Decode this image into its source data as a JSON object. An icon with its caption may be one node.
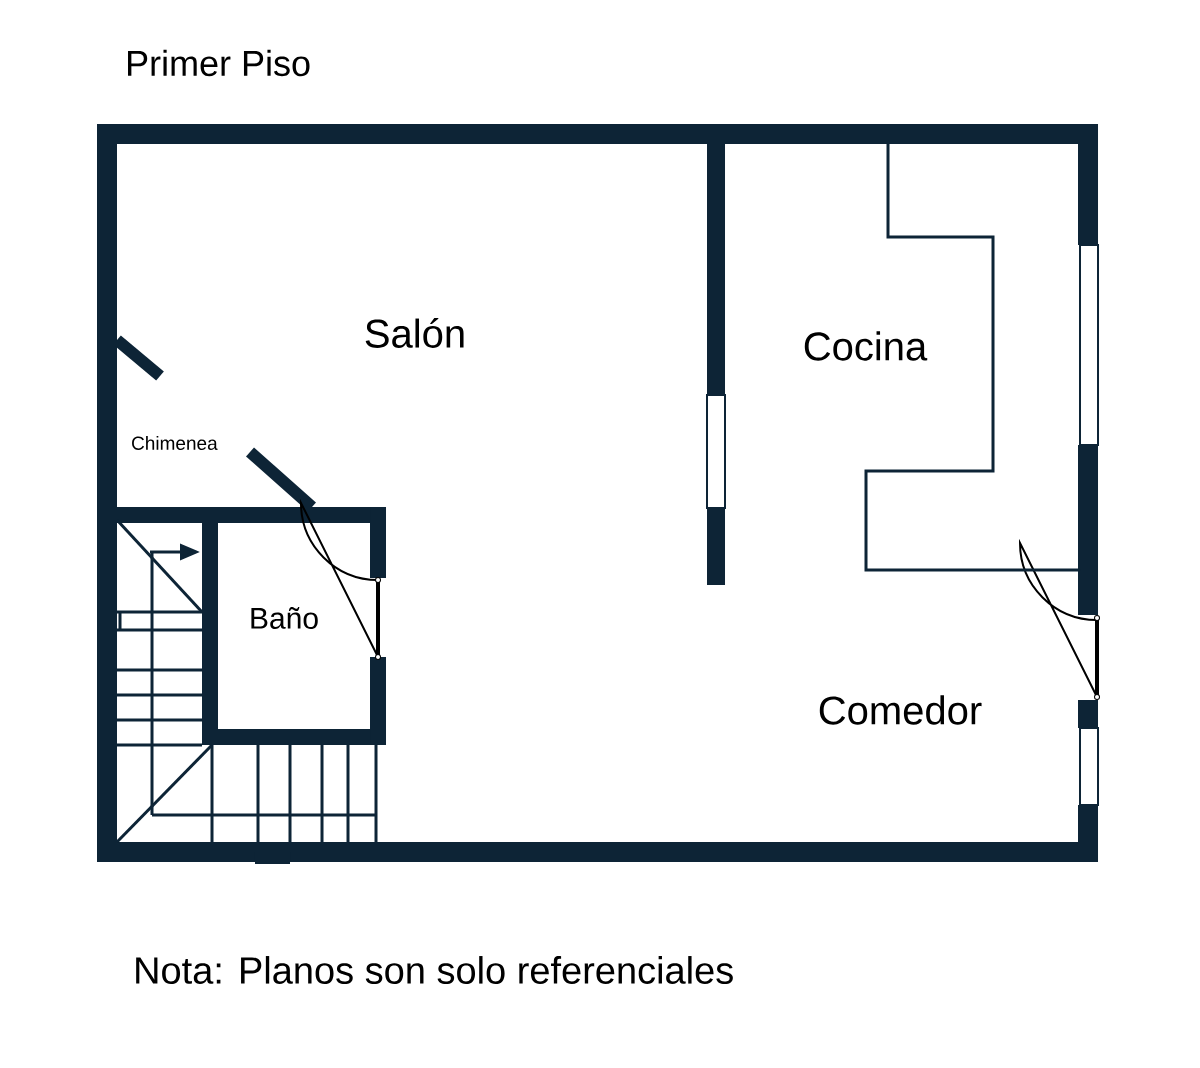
{
  "diagram": {
    "title": "Primer Piso",
    "labels": [
      "Salón",
      "Cocina",
      "Chimenea",
      "Baño",
      "Comedor",
      "Nota: Planos son solo referenciales"
    ]
  }
}
